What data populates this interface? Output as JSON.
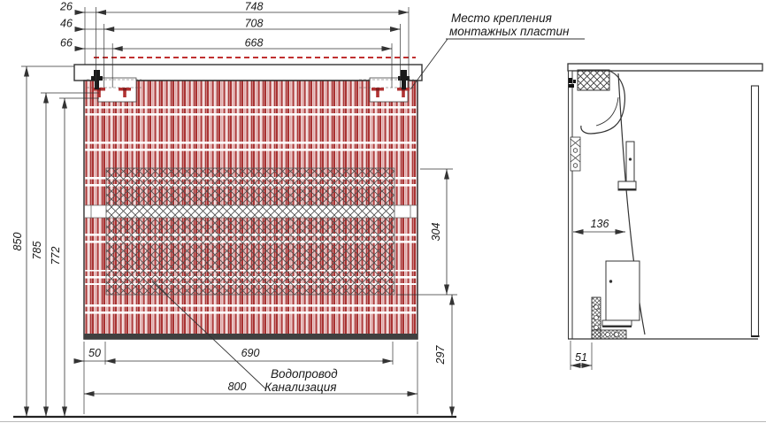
{
  "drawing_type": "furniture installation drawing",
  "labels": {
    "mounting_note_line1": "Место крепления",
    "mounting_note_line2": "монтажных пластин",
    "plumbing_line1": "Водопровод",
    "plumbing_line2": "Канализация"
  },
  "dimensions": {
    "front_top": {
      "d26": "26",
      "d748": "748",
      "d46": "46",
      "d708": "708",
      "d66": "66",
      "d668": "668"
    },
    "front_left": {
      "d850": "850",
      "d785": "785",
      "d772": "772"
    },
    "front_right": {
      "d304": "304",
      "d297": "297"
    },
    "front_bottom": {
      "d50": "50",
      "d690": "690",
      "d800": "800"
    },
    "side": {
      "d136": "136",
      "d51": "51"
    }
  },
  "colors": {
    "line": "#333333",
    "stripe_dark": "#a93333",
    "stripe_mid": "#b04040",
    "stripe_light": "#e8c2c2",
    "hatch": "#4a4a4a",
    "hidden_edge_red": "#c03030"
  }
}
